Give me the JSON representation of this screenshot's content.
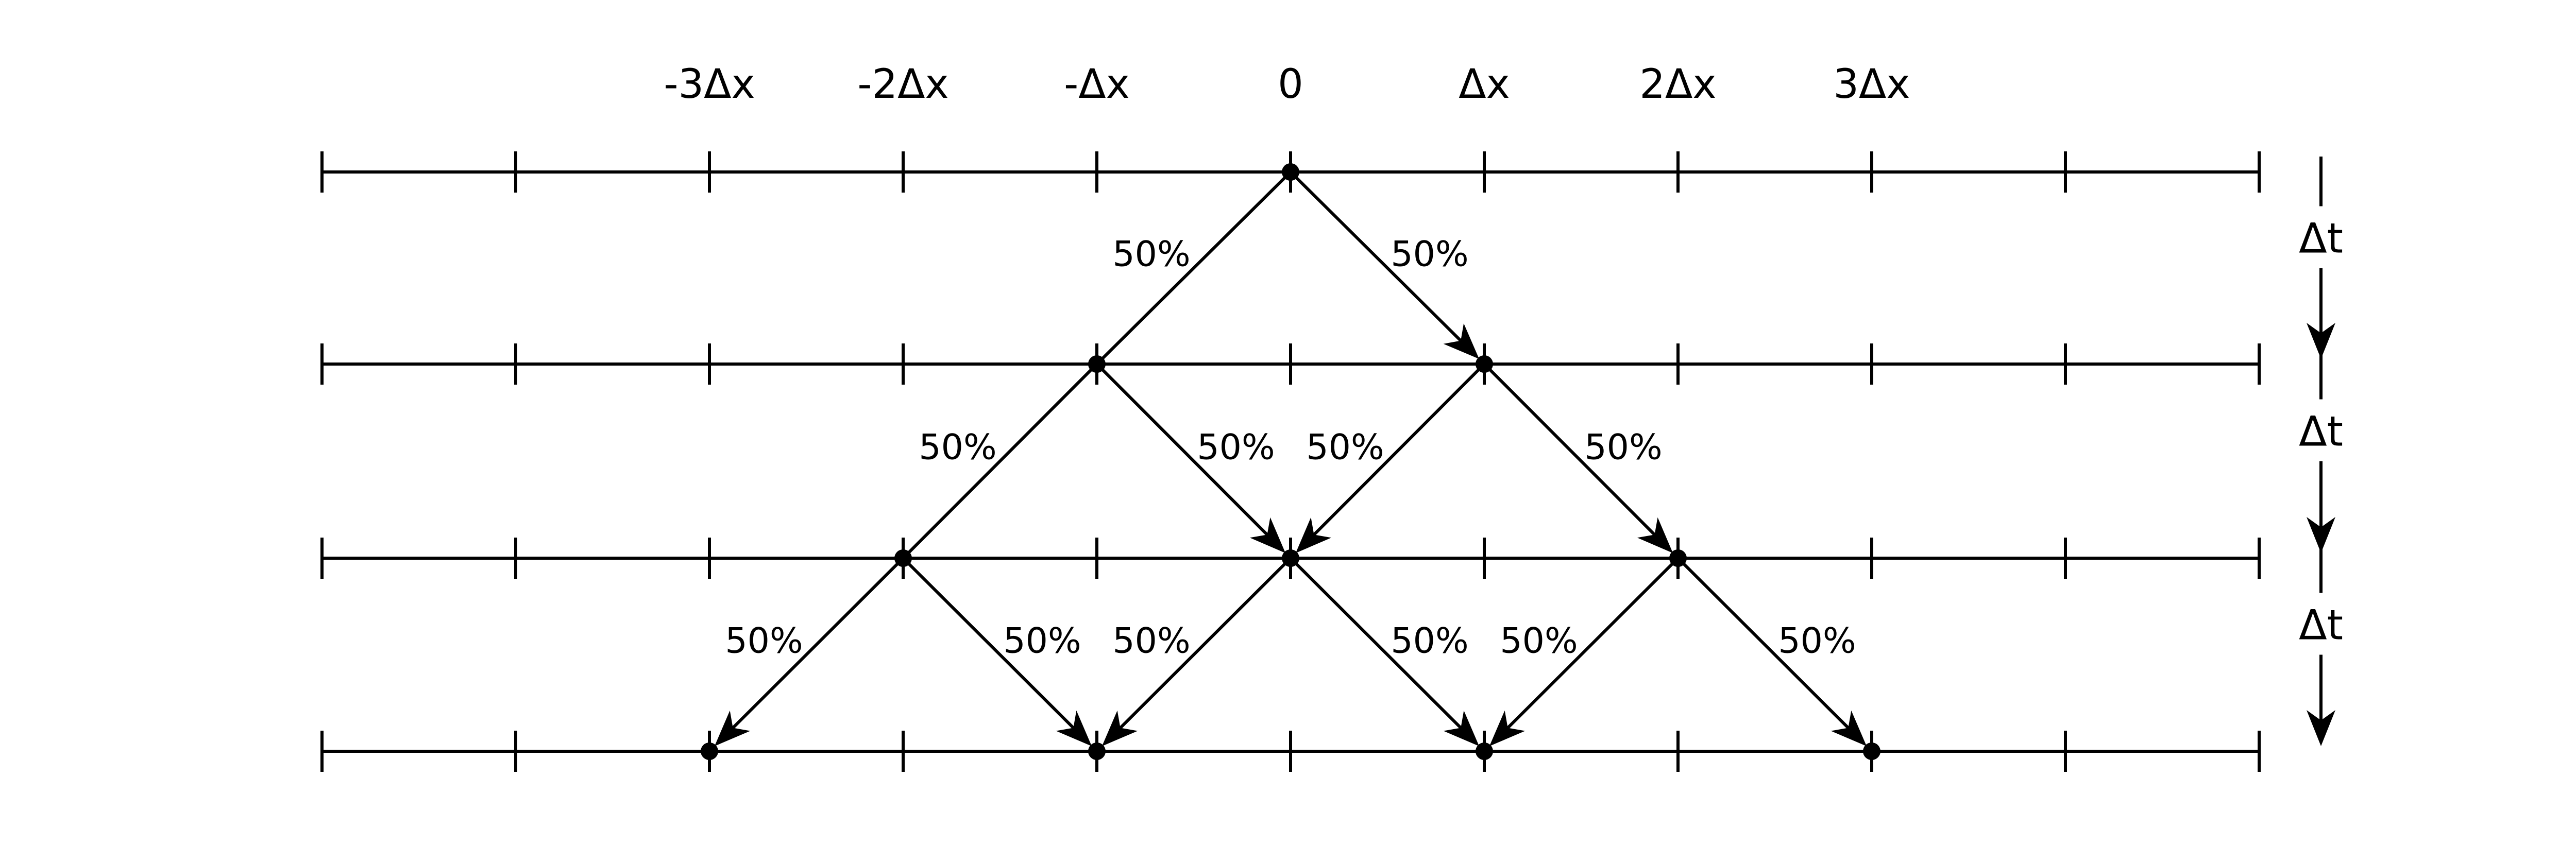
{
  "position_labels": [
    "-3Δx",
    "-2Δx",
    "-Δx",
    "0",
    "Δx",
    "2Δx",
    "3Δx"
  ],
  "probability": "50%",
  "time_step_label": "Δt",
  "time_step_count": 3,
  "nodes": [
    {
      "row": 0,
      "pos": 0
    },
    {
      "row": 1,
      "pos": -1
    },
    {
      "row": 1,
      "pos": 1
    },
    {
      "row": 2,
      "pos": -2
    },
    {
      "row": 2,
      "pos": 0
    },
    {
      "row": 2,
      "pos": 2
    },
    {
      "row": 3,
      "pos": -3
    },
    {
      "row": 3,
      "pos": -1
    },
    {
      "row": 3,
      "pos": 1
    },
    {
      "row": 3,
      "pos": 3
    }
  ],
  "transitions": [
    {
      "from": {
        "row": 0,
        "pos": 0
      },
      "to": {
        "row": 1,
        "pos": -1
      },
      "label": "50%",
      "arrowhead": false
    },
    {
      "from": {
        "row": 0,
        "pos": 0
      },
      "to": {
        "row": 1,
        "pos": 1
      },
      "label": "50%",
      "arrowhead": true
    },
    {
      "from": {
        "row": 1,
        "pos": -1
      },
      "to": {
        "row": 2,
        "pos": -2
      },
      "label": "50%",
      "arrowhead": false
    },
    {
      "from": {
        "row": 1,
        "pos": -1
      },
      "to": {
        "row": 2,
        "pos": 0
      },
      "label": "50%",
      "arrowhead": true
    },
    {
      "from": {
        "row": 1,
        "pos": 1
      },
      "to": {
        "row": 2,
        "pos": 0
      },
      "label": "50%",
      "arrowhead": true
    },
    {
      "from": {
        "row": 1,
        "pos": 1
      },
      "to": {
        "row": 2,
        "pos": 2
      },
      "label": "50%",
      "arrowhead": true
    },
    {
      "from": {
        "row": 2,
        "pos": -2
      },
      "to": {
        "row": 3,
        "pos": -3
      },
      "label": "50%",
      "arrowhead": true
    },
    {
      "from": {
        "row": 2,
        "pos": -2
      },
      "to": {
        "row": 3,
        "pos": -1
      },
      "label": "50%",
      "arrowhead": true
    },
    {
      "from": {
        "row": 2,
        "pos": 0
      },
      "to": {
        "row": 3,
        "pos": -1
      },
      "label": "50%",
      "arrowhead": true
    },
    {
      "from": {
        "row": 2,
        "pos": 0
      },
      "to": {
        "row": 3,
        "pos": 1
      },
      "label": "50%",
      "arrowhead": true
    },
    {
      "from": {
        "row": 2,
        "pos": 2
      },
      "to": {
        "row": 3,
        "pos": 1
      },
      "label": "50%",
      "arrowhead": true
    },
    {
      "from": {
        "row": 2,
        "pos": 2
      },
      "to": {
        "row": 3,
        "pos": 3
      },
      "label": "50%",
      "arrowhead": true
    }
  ]
}
